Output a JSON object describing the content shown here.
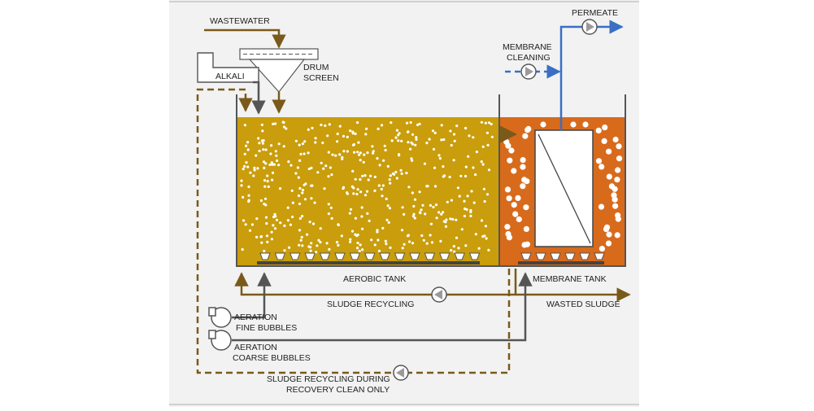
{
  "colors": {
    "background": "#ffffff",
    "panel": "#f2f2f2",
    "aerobic_liquid": "#c99d0c",
    "membrane_liquid": "#d86a1c",
    "brown_line": "#7a5a1a",
    "gray_line": "#555555",
    "permeate_line": "#3a6fc4",
    "diffuser": "#777777"
  },
  "labels": {
    "wastewater": "WASTEWATER",
    "alkali": "ALKALI",
    "drum_screen_1": "DRUM",
    "drum_screen_2": "SCREEN",
    "permeate": "PERMEATE",
    "membrane_cleaning_1": "MEMBRANE",
    "membrane_cleaning_2": "CLEANING",
    "aerobic_tank": "AEROBIC TANK",
    "membrane_tank": "MEMBRANE TANK",
    "sludge_recycling": "SLUDGE RECYCLING",
    "wasted_sludge": "WASTED SLUDGE",
    "aeration_fine_1": "AERATION",
    "aeration_fine_2": "FINE BUBBLES",
    "aeration_coarse_1": "AERATION",
    "aeration_coarse_2": "COARSE BUBBLES",
    "recovery_clean_1": "SLUDGE RECYCLING DURING",
    "recovery_clean_2": "RECOVERY CLEAN ONLY"
  },
  "icons": {
    "pump": "pump-icon",
    "blower": "blower-icon",
    "diffuser": "diffuser-icon",
    "membrane": "membrane-module-icon"
  }
}
